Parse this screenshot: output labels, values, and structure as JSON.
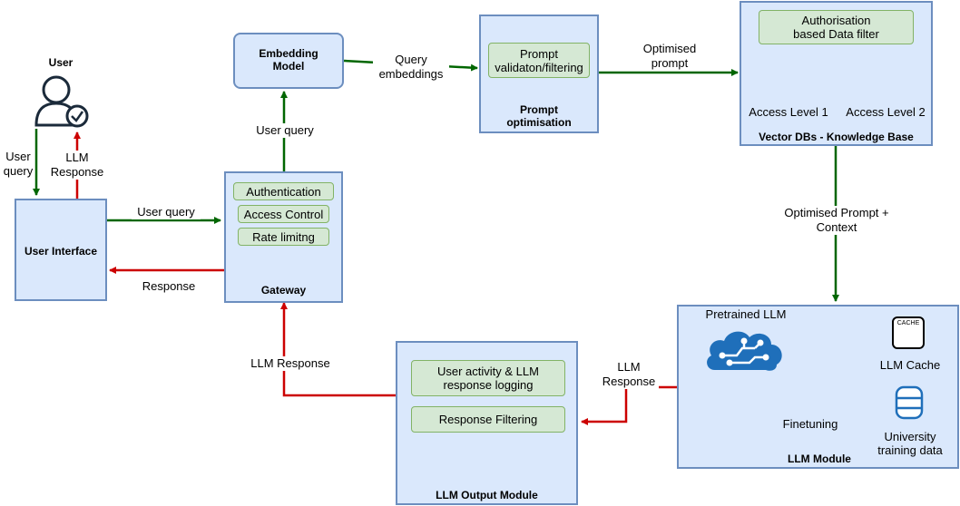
{
  "user": {
    "label": "User"
  },
  "user_interface": {
    "title": "User Interface"
  },
  "embedding_model": {
    "title": "Embedding Model"
  },
  "gateway": {
    "title": "Gateway",
    "items": [
      "Authentication",
      "Access Control",
      "Rate limitng"
    ]
  },
  "prompt_optimisation": {
    "title": "Prompt optimisation",
    "item": "Prompt validaton/filtering"
  },
  "vector_db": {
    "title": "Vector DBs - Knowledge Base",
    "filter": "Authorisation based Data filter",
    "level1": "Access Level 1",
    "level2": "Access Level 2"
  },
  "llm_module": {
    "title": "LLM Module",
    "pretrained": "Pretrained LLM",
    "cache": "LLM Cache",
    "cache_icon_text": "CACHE",
    "training_data": "University training data",
    "finetuning": "Finetuning"
  },
  "llm_output": {
    "title": "LLM Output Module",
    "item1": "User activity & LLM response logging",
    "item2": "Response Filtering"
  },
  "edges": {
    "user_query_down": "User query",
    "llm_response_up": "LLM Response",
    "ui_to_gateway": "User query",
    "gateway_to_ui": "Response",
    "gateway_to_embedding": "User query",
    "embedding_to_prompt": "Query embeddings",
    "prompt_to_vector": "Optimised prompt",
    "vector_to_llm": "Optimised Prompt + Context",
    "llm_to_output": "LLM Response",
    "output_to_gateway": "LLM Response"
  },
  "colors": {
    "green_arrow": "#006600",
    "red_arrow": "#cc0000",
    "box_fill": "#dae8fc",
    "box_border": "#6c8ebf",
    "inner_fill": "#d5e8d4",
    "db_icon": "#6d8a1f",
    "llm_icon": "#1f6fba"
  }
}
